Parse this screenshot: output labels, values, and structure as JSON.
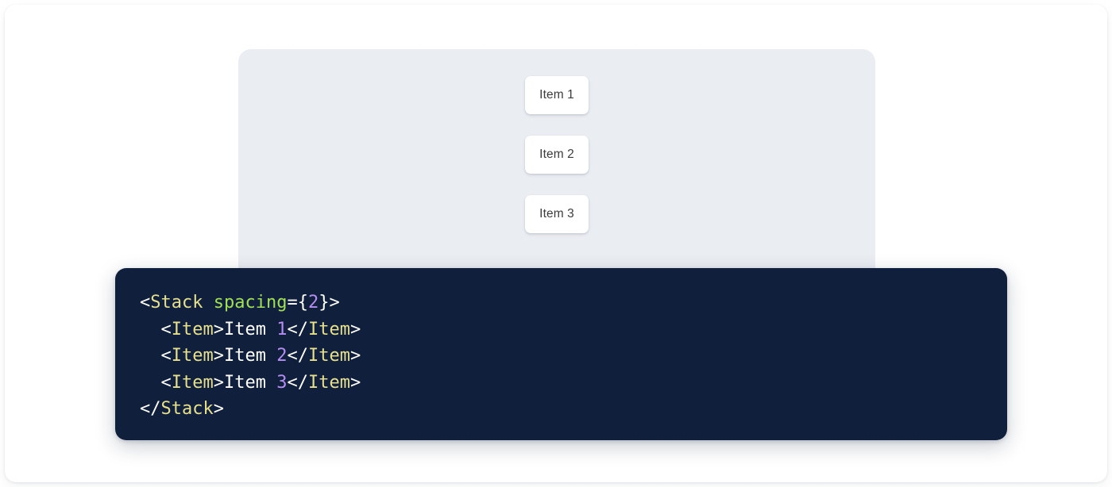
{
  "stage": {
    "name": "stack-demo-panel",
    "background_color": "#eaedf2",
    "items": [
      {
        "label": "Item 1"
      },
      {
        "label": "Item 2"
      },
      {
        "label": "Item 3"
      }
    ]
  },
  "code": {
    "language": "jsx",
    "background_color": "#0f1f3c",
    "colors": {
      "tag": "#e6e08e",
      "attribute": "#a0e056",
      "number": "#b48ef2",
      "punctuation": "#ffffff",
      "text": "#ffffff"
    },
    "lines": [
      {
        "indent": "",
        "tokens": [
          {
            "t": "punc",
            "v": "<"
          },
          {
            "t": "tag",
            "v": "Stack"
          },
          {
            "t": "punc",
            "v": " "
          },
          {
            "t": "attr",
            "v": "spacing"
          },
          {
            "t": "punc",
            "v": "={"
          },
          {
            "t": "num",
            "v": "2"
          },
          {
            "t": "punc",
            "v": "}>"
          }
        ]
      },
      {
        "indent": "  ",
        "tokens": [
          {
            "t": "punc",
            "v": "<"
          },
          {
            "t": "tag",
            "v": "Item"
          },
          {
            "t": "punc",
            "v": ">"
          },
          {
            "t": "text",
            "v": "Item "
          },
          {
            "t": "num",
            "v": "1"
          },
          {
            "t": "punc",
            "v": "</"
          },
          {
            "t": "tag",
            "v": "Item"
          },
          {
            "t": "punc",
            "v": ">"
          }
        ]
      },
      {
        "indent": "  ",
        "tokens": [
          {
            "t": "punc",
            "v": "<"
          },
          {
            "t": "tag",
            "v": "Item"
          },
          {
            "t": "punc",
            "v": ">"
          },
          {
            "t": "text",
            "v": "Item "
          },
          {
            "t": "num",
            "v": "2"
          },
          {
            "t": "punc",
            "v": "</"
          },
          {
            "t": "tag",
            "v": "Item"
          },
          {
            "t": "punc",
            "v": ">"
          }
        ]
      },
      {
        "indent": "  ",
        "tokens": [
          {
            "t": "punc",
            "v": "<"
          },
          {
            "t": "tag",
            "v": "Item"
          },
          {
            "t": "punc",
            "v": ">"
          },
          {
            "t": "text",
            "v": "Item "
          },
          {
            "t": "num",
            "v": "3"
          },
          {
            "t": "punc",
            "v": "</"
          },
          {
            "t": "tag",
            "v": "Item"
          },
          {
            "t": "punc",
            "v": ">"
          }
        ]
      },
      {
        "indent": "",
        "tokens": [
          {
            "t": "punc",
            "v": "</"
          },
          {
            "t": "tag",
            "v": "Stack"
          },
          {
            "t": "punc",
            "v": ">"
          }
        ]
      }
    ]
  }
}
